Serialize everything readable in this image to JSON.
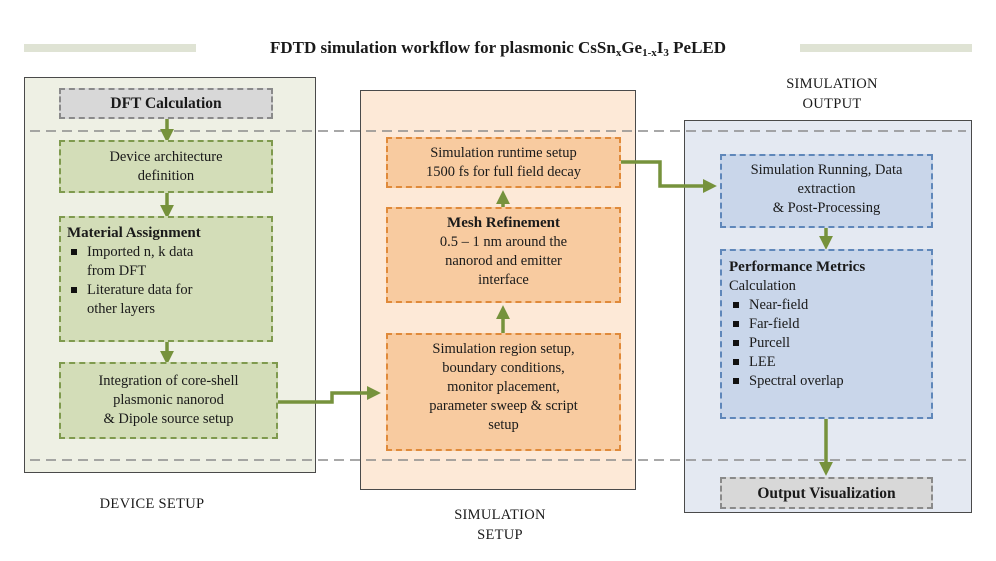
{
  "title": {
    "prefix": "FDTD simulation workflow for plasmonic CsSn",
    "sub1": "x",
    "mid1": "Ge",
    "sub2": "1-x",
    "mid2": "I",
    "sub3": "3",
    "suffix": " PeLED"
  },
  "left": {
    "caption": "DEVICE SETUP",
    "dft": "DFT Calculation",
    "architecture": [
      "Device architecture",
      "definition"
    ],
    "material": {
      "heading": "Material Assignment",
      "items": [
        [
          "Imported n, k data",
          "from DFT"
        ],
        [
          "Literature data for",
          "other layers"
        ]
      ]
    },
    "integration": [
      "Integration of core-shell",
      "plasmonic nanorod",
      "& Dipole source setup"
    ]
  },
  "middle": {
    "caption": [
      "SIMULATION",
      "SETUP"
    ],
    "runtime": [
      "Simulation runtime setup",
      "1500 fs for full  field decay"
    ],
    "mesh": {
      "heading": "Mesh Refinement",
      "lines": [
        "0.5 – 1 nm around the",
        "nanorod and emitter",
        "interface"
      ]
    },
    "region": [
      "Simulation region setup,",
      "boundary conditions,",
      "monitor placement,",
      "parameter sweep & script",
      "setup"
    ]
  },
  "right": {
    "caption": [
      "SIMULATION",
      "OUTPUT"
    ],
    "running": [
      "Simulation Running, Data",
      "extraction",
      "& Post-Processing"
    ],
    "metrics": {
      "heading": "Performance Metrics",
      "sub": "Calculation",
      "items": [
        "Near-field",
        "Far-field",
        "Purcell",
        "LEE",
        "Spectral overlap"
      ]
    },
    "visualization": "Output Visualization"
  },
  "colors": {
    "green_arrow": "#76923c",
    "dash_line": "#8c8c8c"
  }
}
